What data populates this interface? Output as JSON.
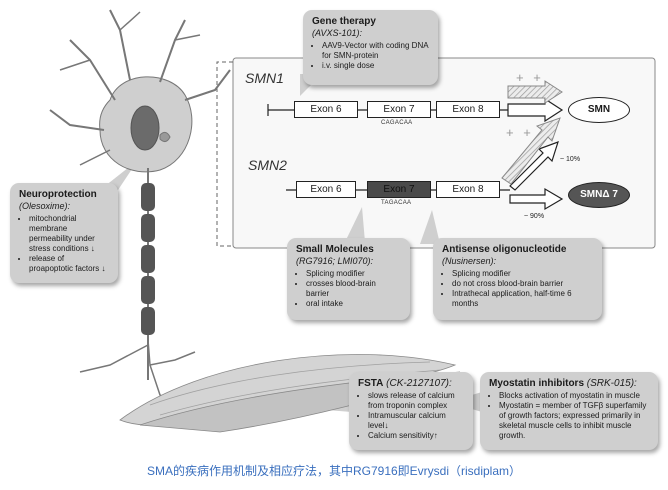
{
  "gene_therapy": {
    "title": "Gene therapy",
    "drug": "(AVXS-101):",
    "points": [
      "AAV9-Vector with coding DNA for SMN-protein",
      "i.v. single dose"
    ]
  },
  "smn1": {
    "label": "SMN1",
    "exons": [
      "Exon 6",
      "Exon 7",
      "Exon 8"
    ],
    "sequence": "CAGACAA",
    "product": "SMN",
    "plus": "+ +"
  },
  "smn2": {
    "label": "SMN2",
    "exons": [
      "Exon 6",
      "Exon 7",
      "Exon 8"
    ],
    "sequence": "TAGACAA",
    "product": "SMNΔ 7",
    "plus": "+ +",
    "pct_full": "~ 10%",
    "pct_delta": "~ 90%"
  },
  "neuroprotection": {
    "title": "Neuroprotection",
    "drug": "(Olesoxime):",
    "points": [
      "mitochondrial membrane permeability under stress conditions ↓",
      "release of proapoptotic factors ↓"
    ]
  },
  "small_molecules": {
    "title": "Small Molecules",
    "drug": "(RG7916; LMI070):",
    "points": [
      "Splicing modifier",
      "crosses blood-brain barrier",
      "oral intake"
    ]
  },
  "antisense": {
    "title": "Antisense oligonucleotide",
    "drug": "(Nusinersen):",
    "points": [
      "Splicing modifier",
      "do not cross blood-brain barrier",
      "Intrathecal application, half-time 6 months"
    ]
  },
  "fsta": {
    "title": "FSTA",
    "drug": "(CK-2127107):",
    "points": [
      "slows release of calcium from troponin complex",
      "Intramuscular calcium level↓",
      "Calcium sensitivity↑"
    ]
  },
  "myostatin": {
    "title": "Myostatin inhibitors",
    "drug": "(SRK-015):",
    "points": [
      "Blocks activation of myostatin in muscle",
      "Myostatin = member of TGFβ superfamily of growth factors; expressed primarily in skeletal muscle cells to inhibit muscle growth."
    ]
  },
  "caption": "SMA的疾病作用机制及相应疗法，其中RG7916即Evrysdi（risdiplam）",
  "colors": {
    "callout": "#cfcfcf",
    "caption": "#3a6fbe",
    "exon_dark": "#4a4a4a",
    "smn_delta": "#555555"
  }
}
